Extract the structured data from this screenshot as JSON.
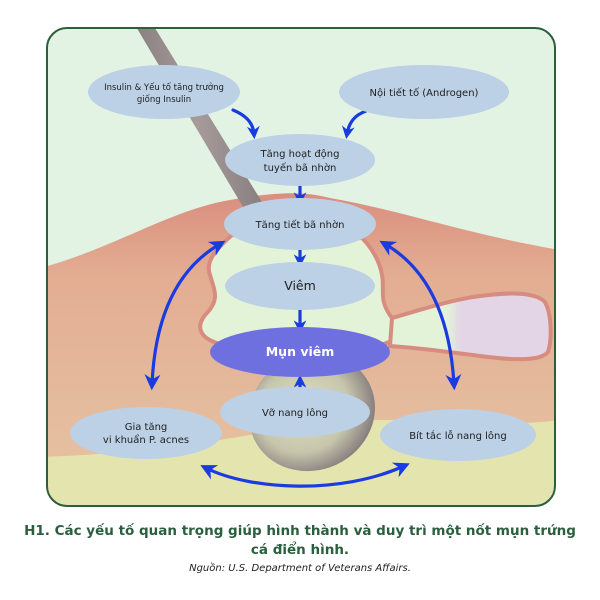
{
  "diagram": {
    "title": "Acne pathogenesis factor cycle",
    "colors": {
      "frame_border": "#2d5e3c",
      "background": "#e3f3e3",
      "node_fill": "#bcd0e6",
      "node_highlight_fill": "#6f70e0",
      "arrow": "#1a3be0",
      "skin": "#e3b79a",
      "skin_edge": "#d78c80",
      "dermis": "#e4e4ae",
      "hair": "#9a8e8e",
      "gland": "#e2d2e6",
      "caption_title": "#2a5e3e"
    },
    "nodes": [
      {
        "id": "insulin",
        "lines": [
          "Insulin & Yếu tố tăng trưởng",
          "giống Insulin"
        ]
      },
      {
        "id": "androgen",
        "lines": [
          "Nội tiết tố (Androgen)"
        ]
      },
      {
        "id": "gland-activity",
        "lines": [
          "Tăng hoạt động",
          "tuyến bã nhờn"
        ]
      },
      {
        "id": "sebum",
        "lines": [
          "Tăng tiết bã nhờn"
        ]
      },
      {
        "id": "inflammation",
        "lines": [
          "Viêm"
        ]
      },
      {
        "id": "inflamed-acne",
        "lines": [
          "Mụn viêm"
        ],
        "highlight": true
      },
      {
        "id": "follicle-rupture",
        "lines": [
          "Vỡ nang lông"
        ]
      },
      {
        "id": "bacteria",
        "lines": [
          "Gia tăng",
          "vi khuẩn P. acnes"
        ]
      },
      {
        "id": "clogged-pore",
        "lines": [
          "Bít tắc lỗ nang lông"
        ]
      }
    ],
    "edges": [
      {
        "from": "insulin",
        "to": "gland-activity",
        "type": "one-way"
      },
      {
        "from": "androgen",
        "to": "gland-activity",
        "type": "one-way"
      },
      {
        "from": "gland-activity",
        "to": "sebum",
        "type": "one-way"
      },
      {
        "from": "sebum",
        "to": "inflammation",
        "type": "one-way"
      },
      {
        "from": "inflammation",
        "to": "inflamed-acne",
        "type": "one-way"
      },
      {
        "from": "follicle-rupture",
        "to": "inflamed-acne",
        "type": "one-way"
      },
      {
        "from": "sebum",
        "to": "bacteria",
        "type": "two-way"
      },
      {
        "from": "sebum",
        "to": "clogged-pore",
        "type": "two-way"
      },
      {
        "from": "bacteria",
        "to": "clogged-pore",
        "type": "two-way"
      }
    ]
  },
  "caption": {
    "title": "H1. Các yếu tố quan trọng giúp hình thành và duy trì một nốt mụn trứng cá điển hình.",
    "source": "Nguồn: U.S. Department of Veterans Affairs."
  }
}
